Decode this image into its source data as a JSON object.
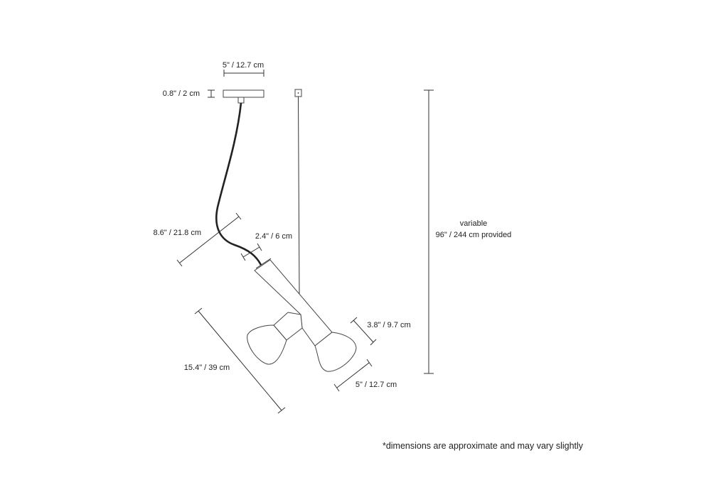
{
  "dimensions": {
    "canopy_width": "5\" / 12.7 cm",
    "canopy_height": "0.8\" / 2 cm",
    "cord_length": "8.6\" / 21.8 cm",
    "cord_end": "2.4\" / 6 cm",
    "fixture_length": "15.4\" / 39 cm",
    "shade_height": "3.8\" / 9.7 cm",
    "shade_width": "5\" / 12.7 cm",
    "overall_label": "variable",
    "overall_value": "96\" / 244 cm provided"
  },
  "footnote": "*dimensions are approximate and may vary slightly"
}
